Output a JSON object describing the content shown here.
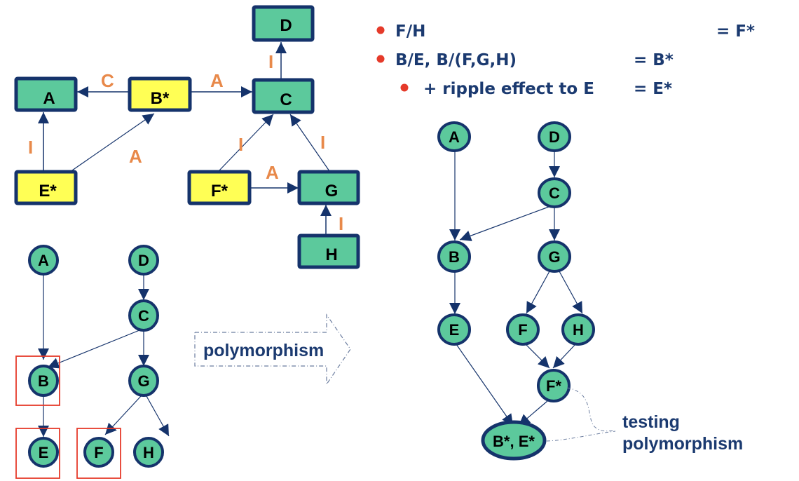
{
  "colors": {
    "node_fill": "#5cc99c",
    "changed_fill": "#ffff55",
    "border": "#15336b",
    "edge": "#15336b",
    "edge_label": "#e8894a",
    "highlight_box": "#e53a2a",
    "bullet": "#e53a2a",
    "text_blue": "#1b3a70"
  },
  "bullets": [
    {
      "text": "F/H",
      "result": "= F*",
      "level": 1
    },
    {
      "text": "B/E, B/(F,G,H)",
      "result": "= B*",
      "level": 1
    },
    {
      "text": "+ ripple effect to E",
      "result": "= E*",
      "level": 2
    }
  ],
  "class_diagram": {
    "boxes": [
      {
        "id": "D",
        "label": "D",
        "changed": false
      },
      {
        "id": "A",
        "label": "A",
        "changed": false
      },
      {
        "id": "B",
        "label": "B*",
        "changed": true
      },
      {
        "id": "C",
        "label": "C",
        "changed": false
      },
      {
        "id": "E",
        "label": "E*",
        "changed": true
      },
      {
        "id": "F",
        "label": "F*",
        "changed": true
      },
      {
        "id": "G",
        "label": "G",
        "changed": false
      },
      {
        "id": "H",
        "label": "H",
        "changed": false
      }
    ],
    "edges": [
      {
        "from": "C",
        "to": "D",
        "label": "I"
      },
      {
        "from": "B",
        "to": "A",
        "label": "C"
      },
      {
        "from": "B",
        "to": "C",
        "label": "A"
      },
      {
        "from": "E",
        "to": "A",
        "label": "I"
      },
      {
        "from": "E",
        "to": "B",
        "label": "A"
      },
      {
        "from": "F",
        "to": "C",
        "label": "I"
      },
      {
        "from": "G",
        "to": "C",
        "label": "I"
      },
      {
        "from": "F",
        "to": "G",
        "label": "A"
      },
      {
        "from": "H",
        "to": "G",
        "label": "I"
      }
    ]
  },
  "left_graph": {
    "nodes": [
      "A",
      "D",
      "C",
      "B",
      "G",
      "E",
      "F",
      "H"
    ],
    "edges": [
      [
        "A",
        "B"
      ],
      [
        "D",
        "C"
      ],
      [
        "C",
        "B"
      ],
      [
        "C",
        "G"
      ],
      [
        "B",
        "E"
      ],
      [
        "G",
        "F"
      ],
      [
        "G",
        "H"
      ]
    ],
    "highlighted": [
      "B",
      "E",
      "F"
    ]
  },
  "arrow_label": "polymorphism",
  "right_graph": {
    "nodes": [
      "A",
      "D",
      "C",
      "B",
      "G",
      "E",
      "F",
      "H",
      "F*",
      "B*, E*"
    ],
    "edges": [
      [
        "A",
        "B"
      ],
      [
        "D",
        "C"
      ],
      [
        "C",
        "B"
      ],
      [
        "C",
        "G"
      ],
      [
        "B",
        "E"
      ],
      [
        "G",
        "F"
      ],
      [
        "G",
        "H"
      ],
      [
        "F",
        "F*"
      ],
      [
        "H",
        "F*"
      ],
      [
        "E",
        "B*, E*"
      ],
      [
        "F*",
        "B*, E*"
      ]
    ]
  },
  "annotation": [
    "testing",
    "polymorphism"
  ]
}
